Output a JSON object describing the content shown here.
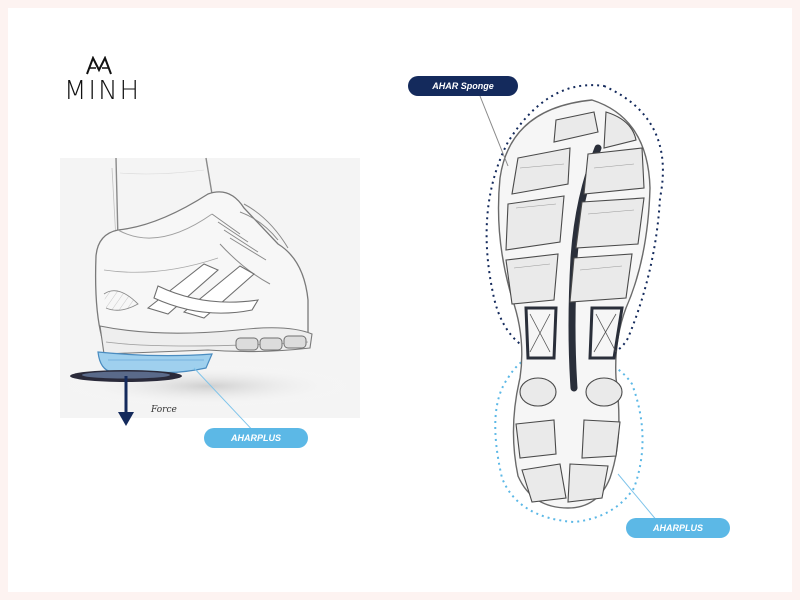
{
  "brand": {
    "name": "MINH",
    "tagline": ""
  },
  "labels": {
    "force": "Force",
    "heel_callout": "AHARPLUS",
    "sole_top_callout": "AHAR Sponge",
    "sole_bottom_callout": "AHARPLUS"
  },
  "colors": {
    "dark_navy": "#142a5c",
    "light_blue": "#5cb8e6",
    "heel_cushion": "#9fd0ee",
    "sketch_line": "#7a7a7a"
  },
  "icons": [
    "logo-mark-icon",
    "force-arrow-icon"
  ]
}
